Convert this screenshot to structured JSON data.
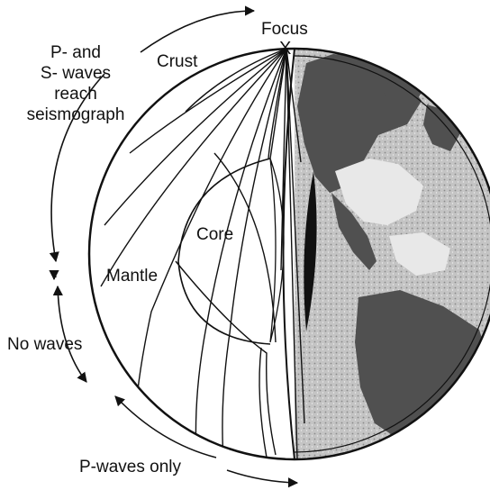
{
  "diagram": {
    "labels": {
      "focus": "Focus",
      "focus_mark": "X",
      "crust": "Crust",
      "p_and_s_line1": "P- and",
      "p_and_s_line2": "S- waves",
      "p_and_s_line3": "reach",
      "p_and_s_line4": "seismograph",
      "core": "Core",
      "mantle": "Mantle",
      "no_waves": "No waves",
      "p_waves_only": "P-waves only"
    },
    "colors": {
      "ink": "#111111",
      "ocean": "#b9b9b9",
      "land": "#505050",
      "background": "#ffffff"
    }
  }
}
